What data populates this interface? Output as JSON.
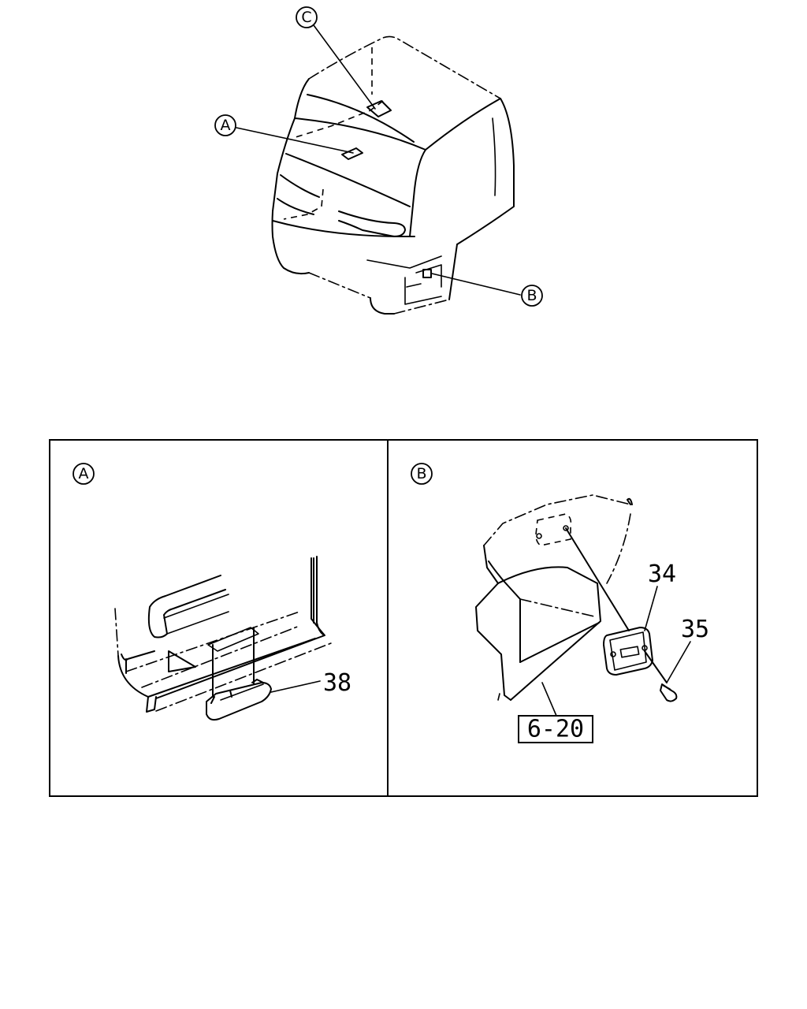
{
  "callouts": {
    "a": "A",
    "b": "B",
    "c": "C"
  },
  "detail_a": {
    "label": "A",
    "part_38": "38"
  },
  "detail_b": {
    "label": "B",
    "part_34": "34",
    "part_35": "35",
    "ref_box": "6-20"
  }
}
